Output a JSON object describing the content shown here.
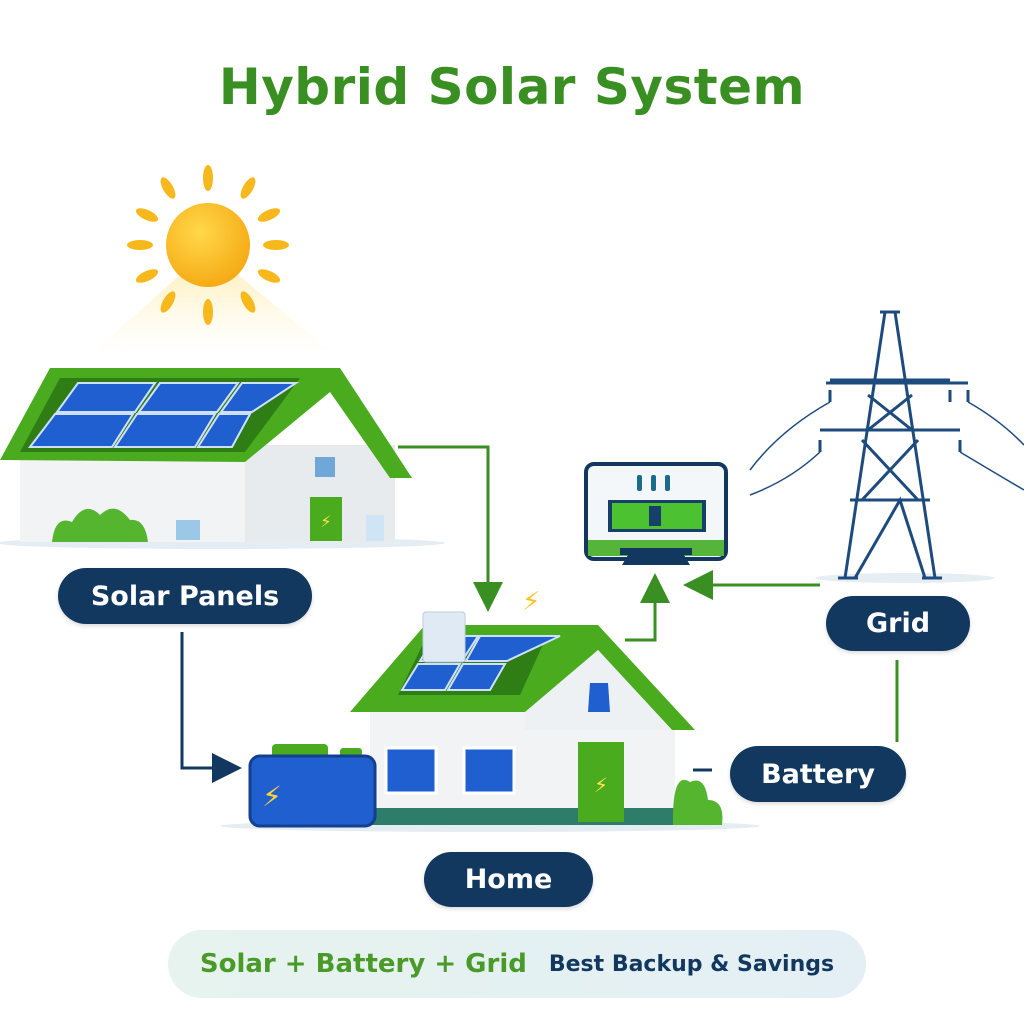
{
  "title": "Hybrid Solar System",
  "labels": {
    "solar_panels": "Solar Panels",
    "home": "Home",
    "grid": "Grid",
    "battery": "Battery"
  },
  "footer": {
    "primary": "Solar + Battery + Grid",
    "secondary": "Best Backup & Savings"
  },
  "colors": {
    "green": "#3a8f23",
    "navy": "#12385f",
    "panel_blue": "#1f5fd0",
    "sun": "#f6b81a"
  },
  "icons": [
    "sun-icon",
    "solar-house-icon",
    "inverter-monitor-icon",
    "power-tower-icon",
    "home-icon",
    "battery-icon",
    "lightning-icon"
  ]
}
